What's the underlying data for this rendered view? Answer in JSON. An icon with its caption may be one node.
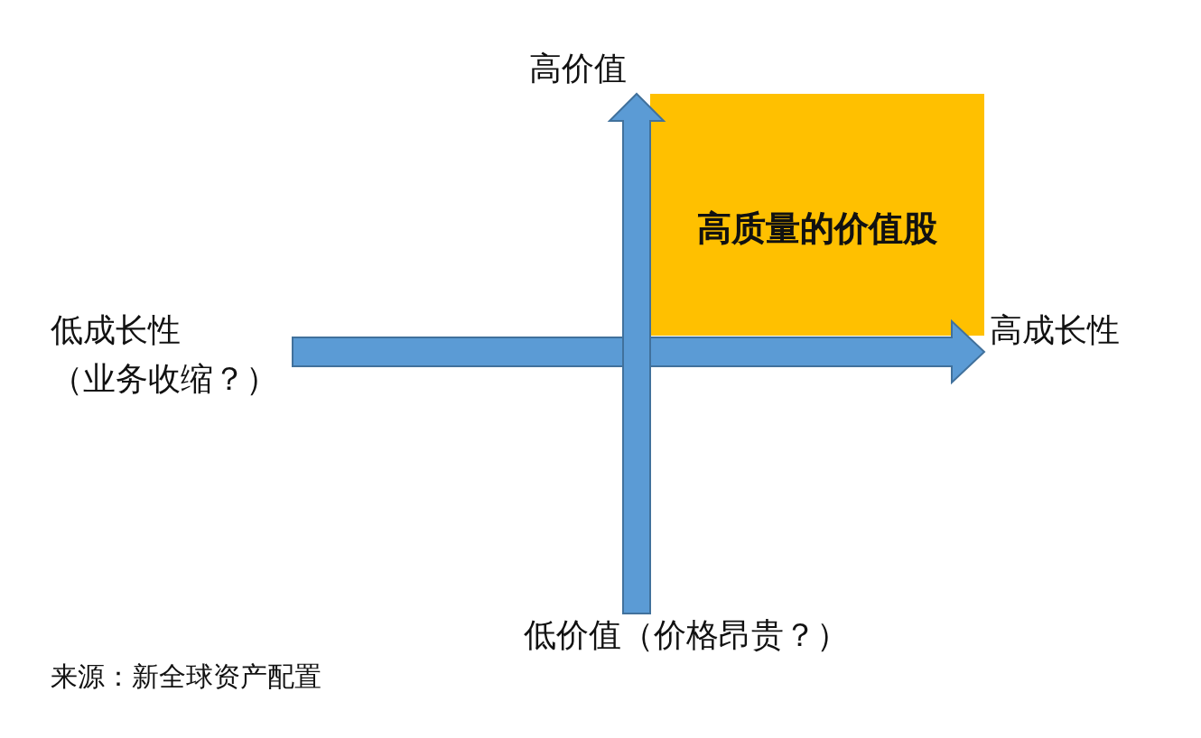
{
  "diagram": {
    "caption": "来源：新全球资产配置",
    "nodes": [
      {
        "text": [
          "高质量的价值股"
        ]
      }
    ],
    "labels": [
      "高价值",
      "低成长性（业务收缩？）",
      "高成长性",
      "低价值（价格昂贵？）"
    ]
  }
}
